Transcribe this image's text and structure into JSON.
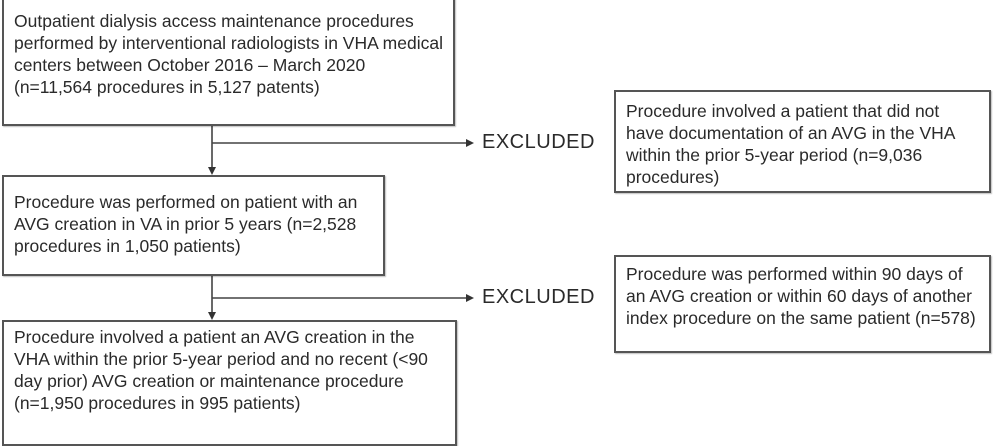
{
  "diagram": {
    "type": "flowchart",
    "main_steps": [
      {
        "id": "initial-cohort",
        "text": "Outpatient dialysis access maintenance procedures performed by interventional radiologists in VHA medical centers between October 2016 – March 2020 (n=11,564 procedures in 5,127 patents)"
      },
      {
        "id": "avg-cohort",
        "text": "Procedure was performed on patient with an AVG creation in VA in prior 5 years (n=2,528 procedures in 1,050 patients)"
      },
      {
        "id": "final-cohort",
        "text": "Procedure involved a patient an AVG creation in the VHA within the prior 5-year period and no recent (<90 day prior) AVG creation or maintenance procedure (n=1,950 procedures in 995 patients)"
      }
    ],
    "exclusions": [
      {
        "label": "EXCLUDED",
        "text": "Procedure involved a patient that did not have documentation of an AVG in the VHA within the prior 5-year period (n=9,036 procedures)"
      },
      {
        "label": "EXCLUDED",
        "text": "Procedure was performed within 90 days of an AVG creation or within 60 days of another index procedure on the same patient (n=578)"
      }
    ],
    "colors": {
      "border": "#555555",
      "text": "#2a2a2a",
      "arrow": "#333333"
    }
  }
}
